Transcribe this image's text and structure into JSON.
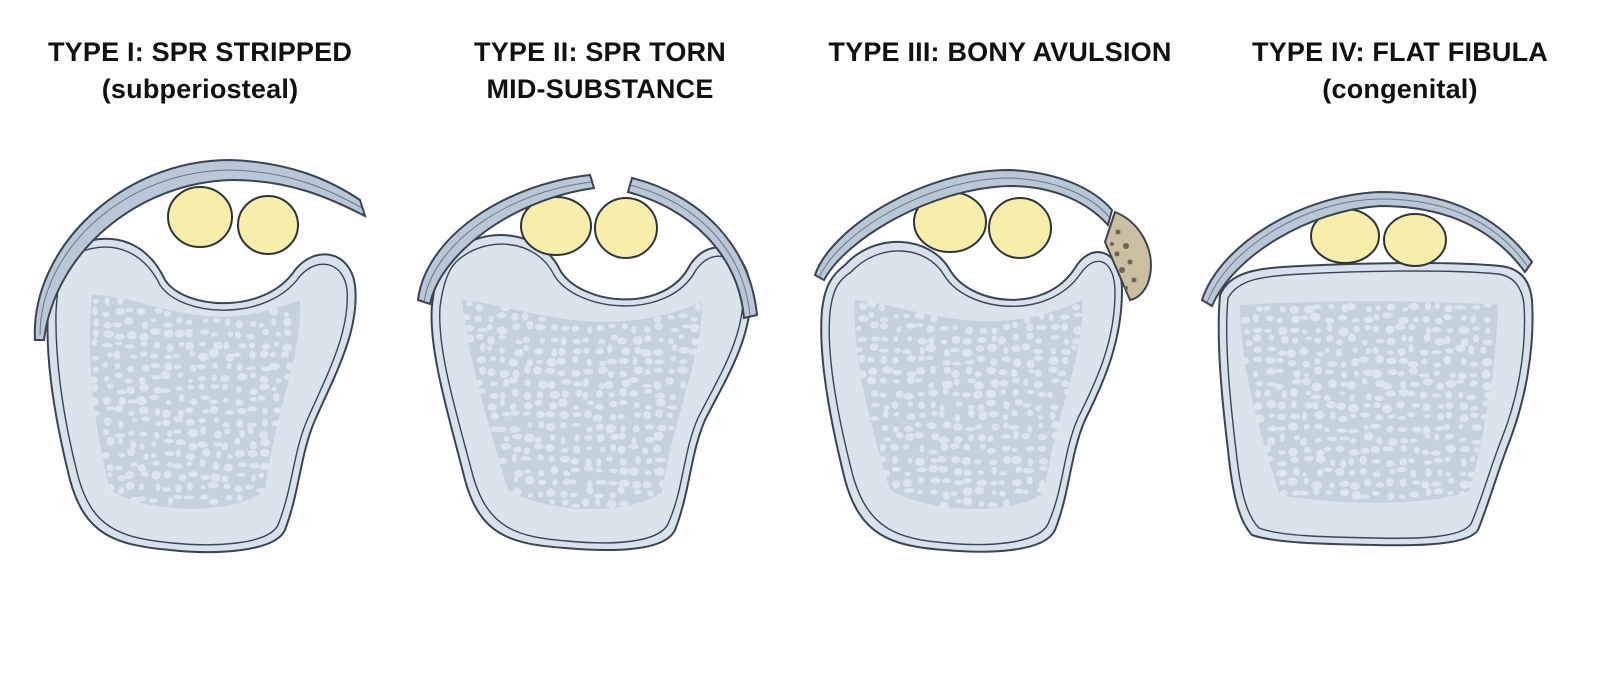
{
  "panels": [
    {
      "id": "type-1",
      "title_line1": "TYPE I: SPR STRIPPED",
      "title_line2": "(subperiosteal)"
    },
    {
      "id": "type-2",
      "title_line1": "TYPE II: SPR TORN",
      "title_line2": "MID-SUBSTANCE"
    },
    {
      "id": "type-3",
      "title_line1": "TYPE III: BONY AVULSION",
      "title_line2": ""
    },
    {
      "id": "type-4",
      "title_line1": "TYPE IV: FLAT FIBULA",
      "title_line2": "(congenital)"
    }
  ],
  "colors": {
    "bone_fill": "#d9e2ec",
    "cancellous_fill": "#c2cfdc",
    "outline": "#3a4452",
    "retinaculum_fill": "#b9c7d6",
    "tendon_fill": "#f6eeaa",
    "fragment_fill": "#cbbfa2"
  }
}
